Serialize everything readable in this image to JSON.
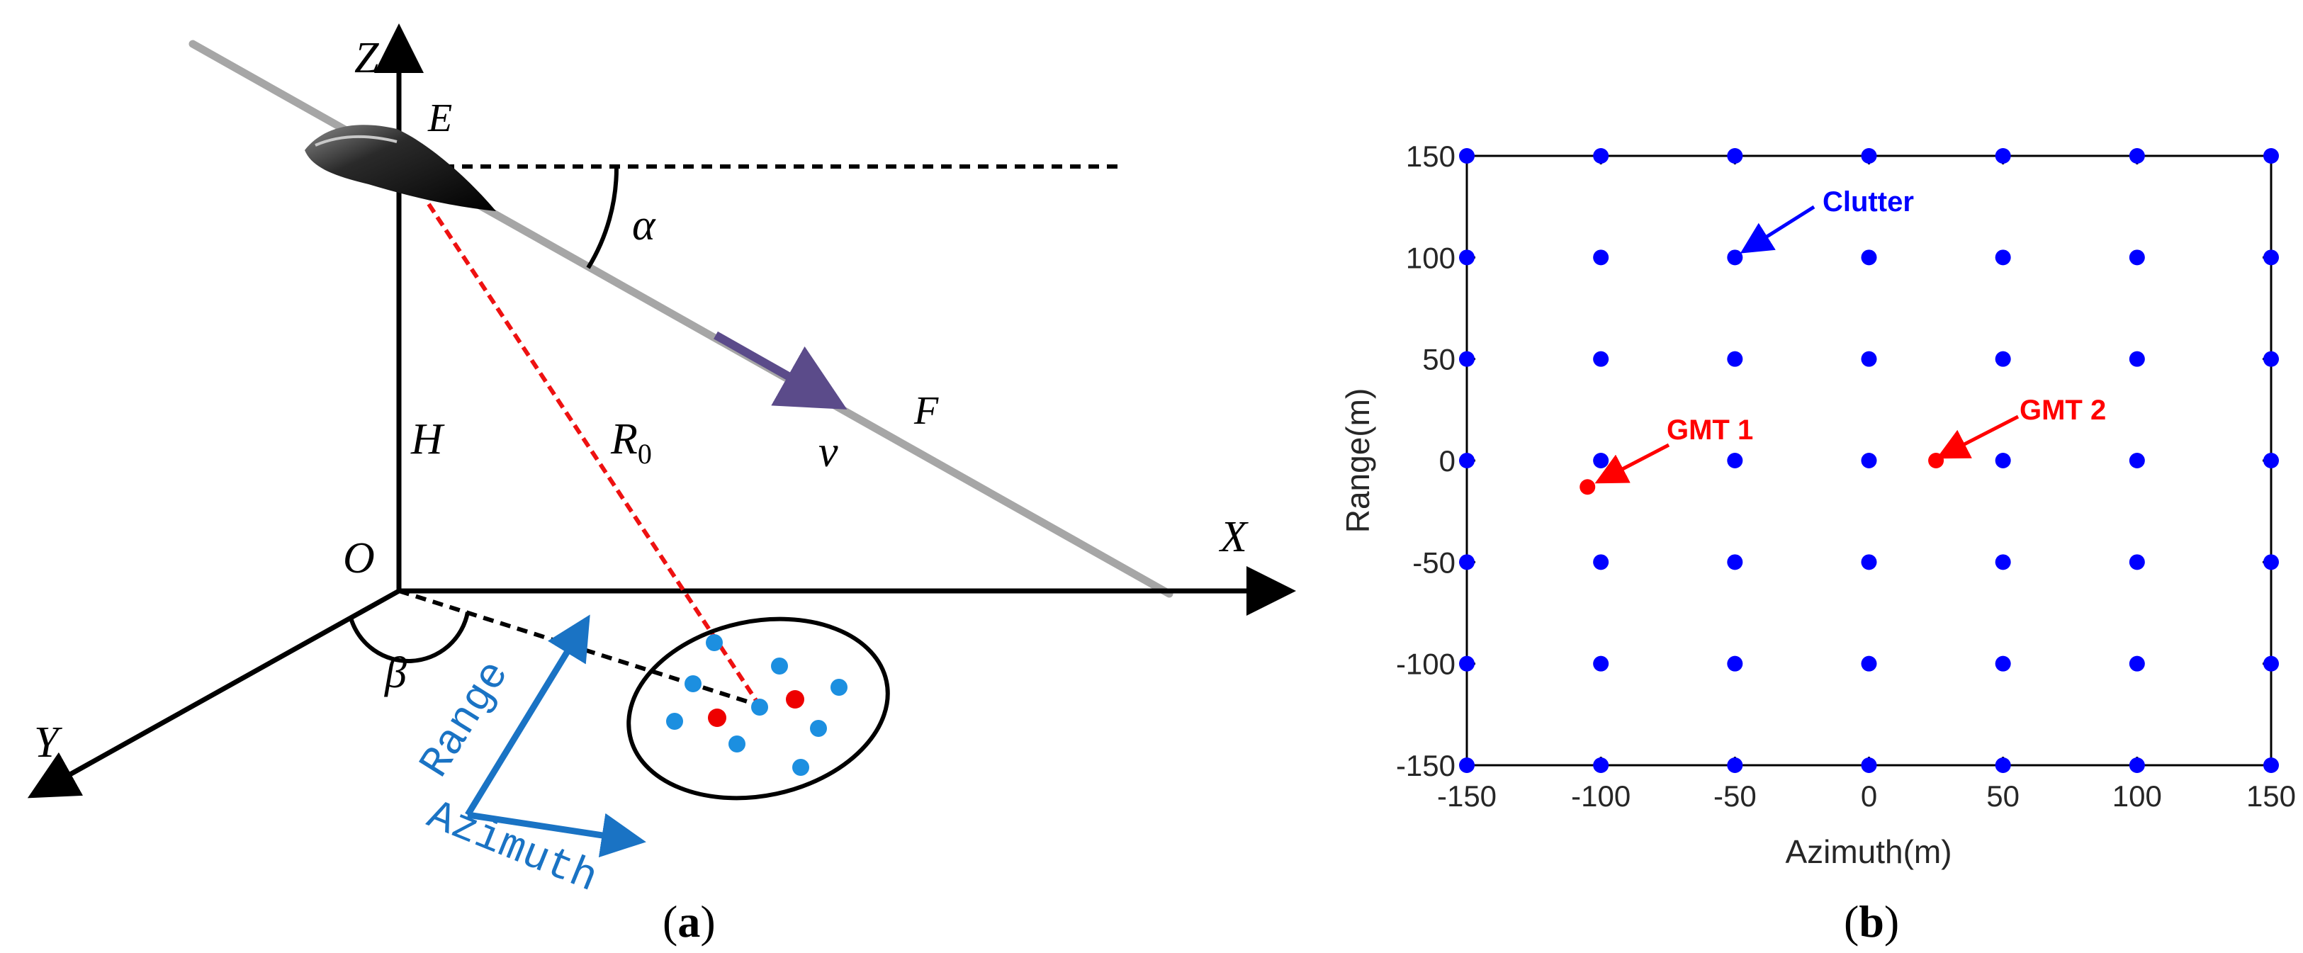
{
  "geometry_panel": {
    "axis_labels": {
      "z": "Z",
      "x": "X",
      "y": "Y",
      "origin": "O"
    },
    "point_labels": {
      "start": "E",
      "end": "F"
    },
    "quantity_labels": {
      "height": "H",
      "slant_range_main": "R",
      "slant_range_sub": "0",
      "velocity": "v",
      "alpha": "α",
      "beta": "β"
    },
    "direction_labels": {
      "range": "Range",
      "azimuth": "Azimuth"
    },
    "caption_open": "(",
    "caption_letter": "a",
    "caption_close": ")",
    "colors": {
      "flight_path": "#a6a6a6",
      "aircraft": "#222222",
      "velocity_arrow": "#5b4b8a",
      "slant_range_line": "#ee1111",
      "scene_clutter": "#1c8fe0",
      "scene_target": "#ee0000",
      "direction_arrows": "#1a73c4"
    }
  },
  "scatter_panel": {
    "caption_open": "(",
    "caption_letter": "b",
    "caption_close": ")",
    "annotations": {
      "clutter": "Clutter",
      "gmt1": "GMT 1",
      "gmt2": "GMT 2"
    },
    "colors": {
      "clutter": "#0000ff",
      "gmt": "#ff0000"
    }
  },
  "chart_data": {
    "type": "scatter",
    "xlabel": "Azimuth(m)",
    "ylabel": "Range(m)",
    "xlim": [
      -150,
      150
    ],
    "ylim": [
      -150,
      150
    ],
    "xticks": [
      -150,
      -100,
      -50,
      0,
      50,
      100,
      150
    ],
    "yticks": [
      -150,
      -100,
      -50,
      0,
      50,
      100,
      150
    ],
    "grid": false,
    "series": [
      {
        "name": "Clutter",
        "color": "#0000ff",
        "x": [
          -150,
          -100,
          -50,
          0,
          50,
          100,
          150,
          -150,
          -100,
          -50,
          0,
          50,
          100,
          150,
          -150,
          -100,
          -50,
          0,
          50,
          100,
          150,
          -150,
          -100,
          -50,
          0,
          50,
          100,
          150,
          -150,
          -100,
          -50,
          0,
          50,
          100,
          150,
          -150,
          -100,
          -50,
          0,
          50,
          100,
          150,
          -150,
          -100,
          -50,
          0,
          50,
          100,
          150
        ],
        "y": [
          150,
          150,
          150,
          150,
          150,
          150,
          150,
          100,
          100,
          100,
          100,
          100,
          100,
          100,
          50,
          50,
          50,
          50,
          50,
          50,
          50,
          0,
          0,
          0,
          0,
          0,
          0,
          0,
          -50,
          -50,
          -50,
          -50,
          -50,
          -50,
          -50,
          -100,
          -100,
          -100,
          -100,
          -100,
          -100,
          -100,
          -150,
          -150,
          -150,
          -150,
          -150,
          -150,
          -150
        ]
      },
      {
        "name": "GMT 1",
        "color": "#ff0000",
        "x": [
          -105
        ],
        "y": [
          -13
        ]
      },
      {
        "name": "GMT 2",
        "color": "#ff0000",
        "x": [
          25
        ],
        "y": [
          0
        ]
      }
    ]
  }
}
